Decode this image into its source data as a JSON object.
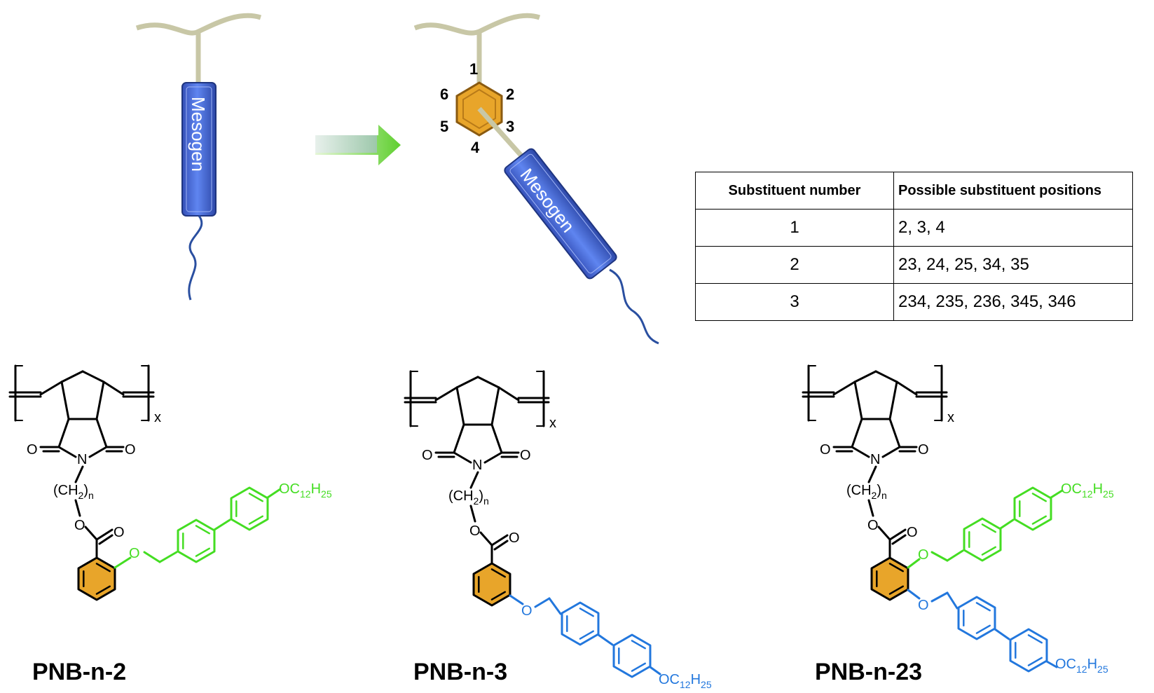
{
  "concept": {
    "mesogen_label": "Mesogen",
    "ring_positions": [
      "1",
      "2",
      "3",
      "4",
      "5",
      "6"
    ]
  },
  "table": {
    "headers": [
      "Substituent number",
      "Possible substituent positions"
    ],
    "rows": [
      [
        "1",
        "2, 3, 4"
      ],
      [
        "2",
        "23, 24, 25, 34, 35"
      ],
      [
        "3",
        "234, 235, 236, 345, 346"
      ]
    ]
  },
  "structures": [
    {
      "name": "PNB-n-2"
    },
    {
      "name": "PNB-n-3"
    },
    {
      "name": "PNB-n-23"
    }
  ],
  "chem_text": {
    "repeat": "x",
    "spacer_open": "(CH",
    "spacer_sub2": "2",
    "spacer_close": ")",
    "spacer_n": "n",
    "nitrogen": "N",
    "oxygen": "O",
    "tail_prefix": "OC",
    "tail_sub1": "12",
    "tail_h": "H",
    "tail_sub2": "25"
  },
  "colors": {
    "ring_fill": "#e8a52a",
    "mesogen_fill": "#3f66d6",
    "green_unit": "#44dd22",
    "blue_unit": "#2277dd",
    "backbone": "#c8c7a6",
    "tail": "#2a4fa0"
  }
}
